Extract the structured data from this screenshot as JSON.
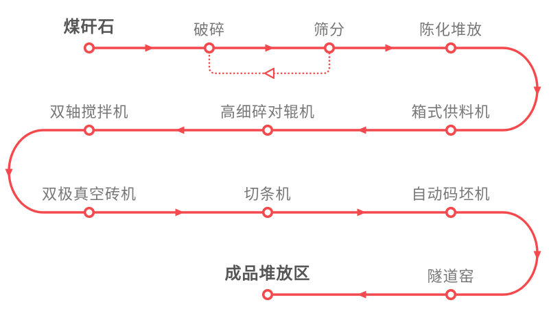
{
  "flow": {
    "stages": [
      {
        "label": "煤矸石",
        "emphasis": true
      },
      {
        "label": "破碎",
        "emphasis": false
      },
      {
        "label": "筛分",
        "emphasis": false
      },
      {
        "label": "陈化堆放",
        "emphasis": false
      },
      {
        "label": "箱式供料机",
        "emphasis": false
      },
      {
        "label": "高细碎对辊机",
        "emphasis": false
      },
      {
        "label": "双轴搅拌机",
        "emphasis": false
      },
      {
        "label": "双极真空砖机",
        "emphasis": false
      },
      {
        "label": "切条机",
        "emphasis": false
      },
      {
        "label": "自动码坯机",
        "emphasis": false
      },
      {
        "label": "隧道窑",
        "emphasis": false
      },
      {
        "label": "成品堆放区",
        "emphasis": true
      }
    ],
    "return_loop": {
      "from": "筛分",
      "to": "破碎"
    }
  },
  "colors": {
    "line": "#f4494d",
    "label": "#777777",
    "label_emphasis": "#555555",
    "background": "#ffffff"
  }
}
